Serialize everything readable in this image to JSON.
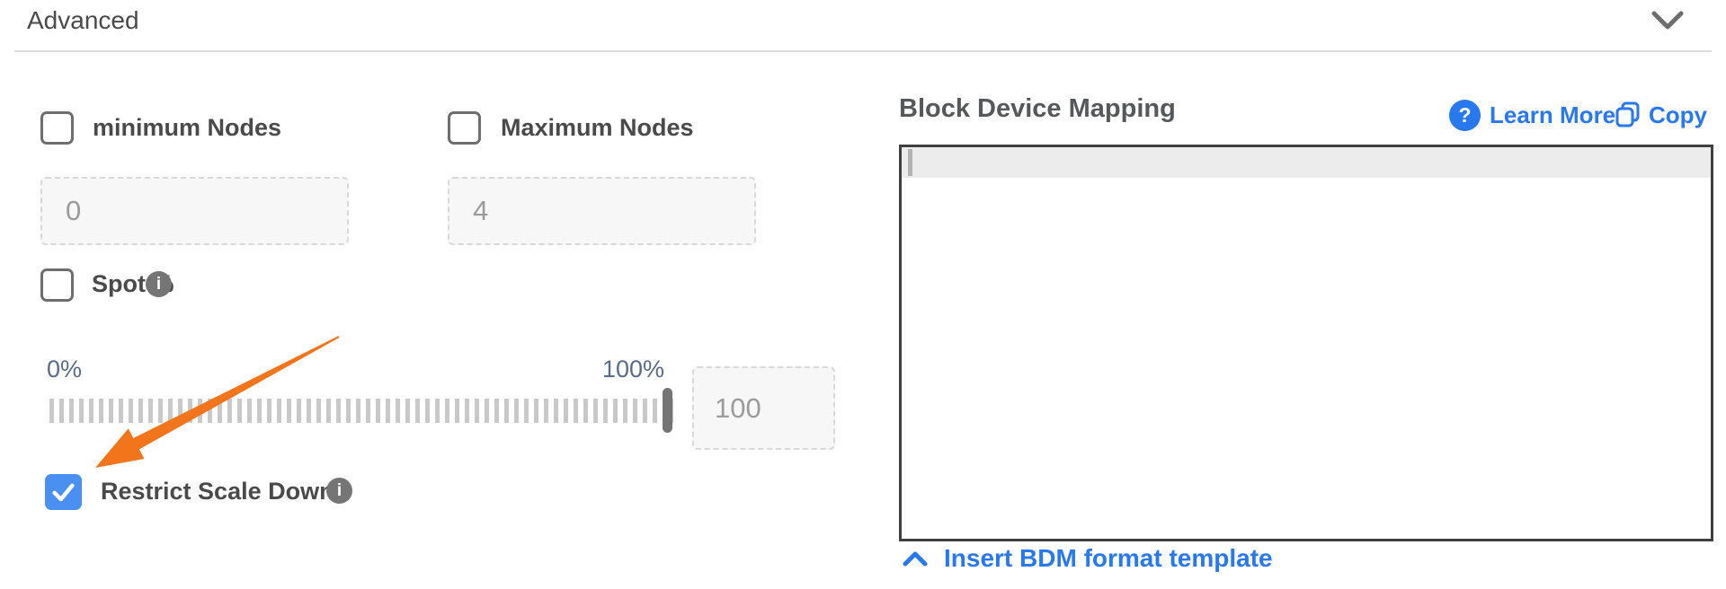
{
  "colors": {
    "accent-blue": "#2878f0",
    "check-blue": "#4a90f2",
    "arrow-orange": "#f2741b",
    "text-dark": "#4a4a4a",
    "text-muted": "#9b9b9b",
    "slider-label": "#5a6b8c"
  },
  "header": {
    "title": "Advanced",
    "collapse_icon": "chevron-down"
  },
  "left_panel": {
    "min_nodes": {
      "label": "minimum Nodes",
      "checked": false,
      "value": "0"
    },
    "max_nodes": {
      "label": "Maximum Nodes",
      "checked": false,
      "value": "4"
    },
    "spot": {
      "label": "Spot %",
      "checked": false,
      "info_icon": "info"
    },
    "spot_slider": {
      "min_label": "0%",
      "max_label": "100%",
      "value": "100",
      "position_percent": 100
    },
    "restrict_scale_down": {
      "label": "Restrict Scale Down",
      "checked": true,
      "info_icon": "info"
    }
  },
  "bdm_panel": {
    "title": "Block Device Mapping",
    "learn_more": {
      "label": "Learn More",
      "icon": "question-circle"
    },
    "copy": {
      "label": "Copy",
      "icon": "copy"
    },
    "editor": {
      "value": "",
      "cursor_visible": true
    },
    "insert_template": {
      "label": "Insert BDM format template",
      "icon": "chevron-up"
    }
  },
  "annotation": {
    "type": "arrow",
    "color": "#f2741b",
    "points_at": "restrict-scale-down-checkbox"
  }
}
